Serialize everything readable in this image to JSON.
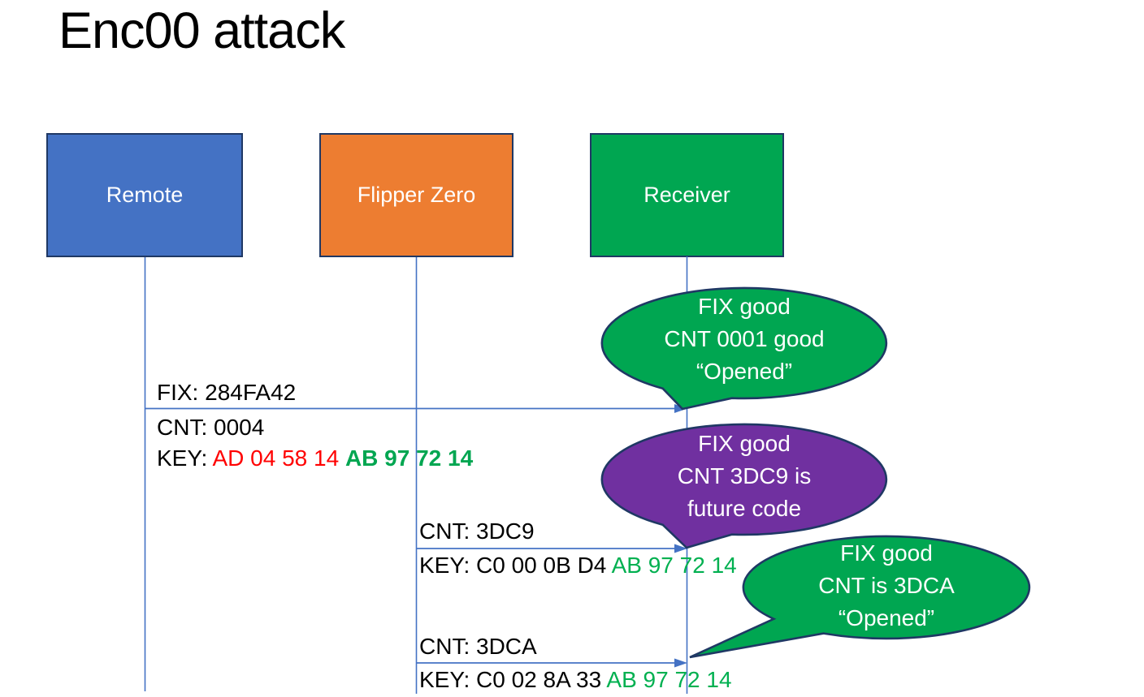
{
  "title": "Enc00 attack",
  "colors": {
    "remote_blue": "#4472C4",
    "flipper_orange": "#ED7D31",
    "receiver_green": "#00A651",
    "callout_purple": "#7030A0",
    "shape_border_navy": "#1F3864",
    "arrow_blue": "#4472C4",
    "key_red_text": "#FF0000",
    "key_green_text": "#00B050"
  },
  "actors": [
    {
      "id": "remote",
      "label": "Remote"
    },
    {
      "id": "flipper",
      "label": "Flipper Zero"
    },
    {
      "id": "receiver",
      "label": "Receiver"
    }
  ],
  "messages": [
    {
      "from": "Remote",
      "to": "Receiver",
      "fix": "FIX: 284FA42",
      "cnt": "CNT: 0004",
      "key_prefix": "KEY: ",
      "key_red": "AD 04 58 14 ",
      "key_green": "AB 97 72 14"
    },
    {
      "from": "Flipper Zero",
      "to": "Receiver",
      "cnt": "CNT: 3DC9",
      "key_prefix": "KEY: C0 00 0B D4 ",
      "key_green": "AB 97 72 14"
    },
    {
      "from": "Flipper Zero",
      "to": "Receiver",
      "cnt": "CNT: 3DCA",
      "key_prefix": "KEY: C0 02 8A 33 ",
      "key_green": "AB 97 72 14"
    }
  ],
  "callouts": [
    {
      "color": "green",
      "lines": [
        "FIX good",
        "CNT 0001 good",
        "“Opened”"
      ]
    },
    {
      "color": "purple",
      "lines": [
        "FIX good",
        "CNT 3DC9 is",
        "future code"
      ]
    },
    {
      "color": "green",
      "lines": [
        "FIX good",
        "CNT is 3DCA",
        "“Opened”"
      ]
    }
  ]
}
